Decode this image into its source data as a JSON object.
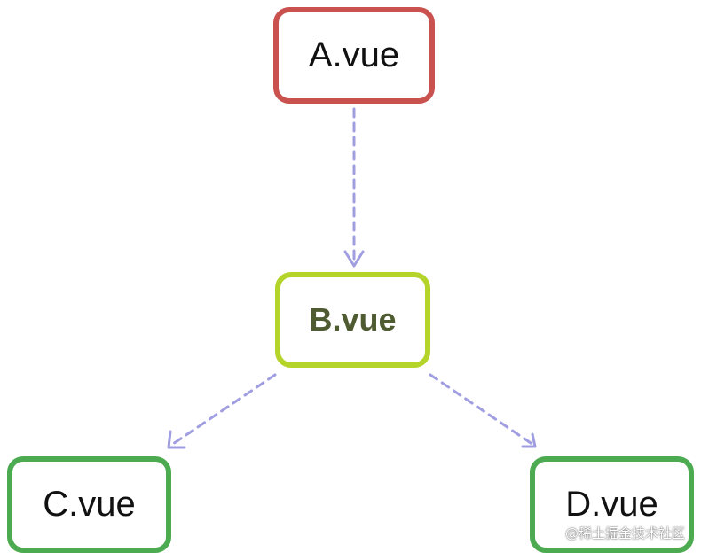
{
  "nodes": {
    "a": {
      "label": "A.vue",
      "border_color": "#c9524f",
      "text_color": "#111111"
    },
    "b": {
      "label": "B.vue",
      "border_color": "#b4d42a",
      "text_color": "#4f5b30"
    },
    "c": {
      "label": "C.vue",
      "border_color": "#4caa50",
      "text_color": "#111111"
    },
    "d": {
      "label": "D.vue",
      "border_color": "#4caa50",
      "text_color": "#111111"
    }
  },
  "edges": [
    {
      "from": "a",
      "to": "b",
      "style": "dashed"
    },
    {
      "from": "b",
      "to": "c",
      "style": "dashed"
    },
    {
      "from": "b",
      "to": "d",
      "style": "dashed"
    }
  ],
  "edge_color": "#a09ee0",
  "watermark": "@稀土掘金技术社区"
}
